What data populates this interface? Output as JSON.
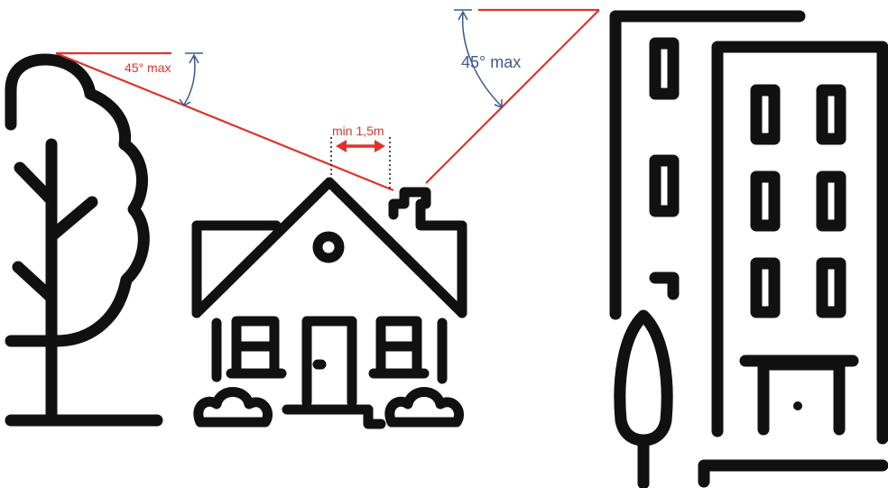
{
  "diagram": {
    "angle_label_left": "45° max",
    "angle_label_right": "45° max",
    "distance_label": "min 1,5m"
  },
  "colors": {
    "outline": "#111111",
    "guide_red": "#e0322b",
    "angle_blue": "#3c5a8c",
    "background": "#ffffff"
  },
  "icons": [
    "tree-icon",
    "house-icon",
    "apartment-building-icon",
    "cypress-tree-icon"
  ]
}
